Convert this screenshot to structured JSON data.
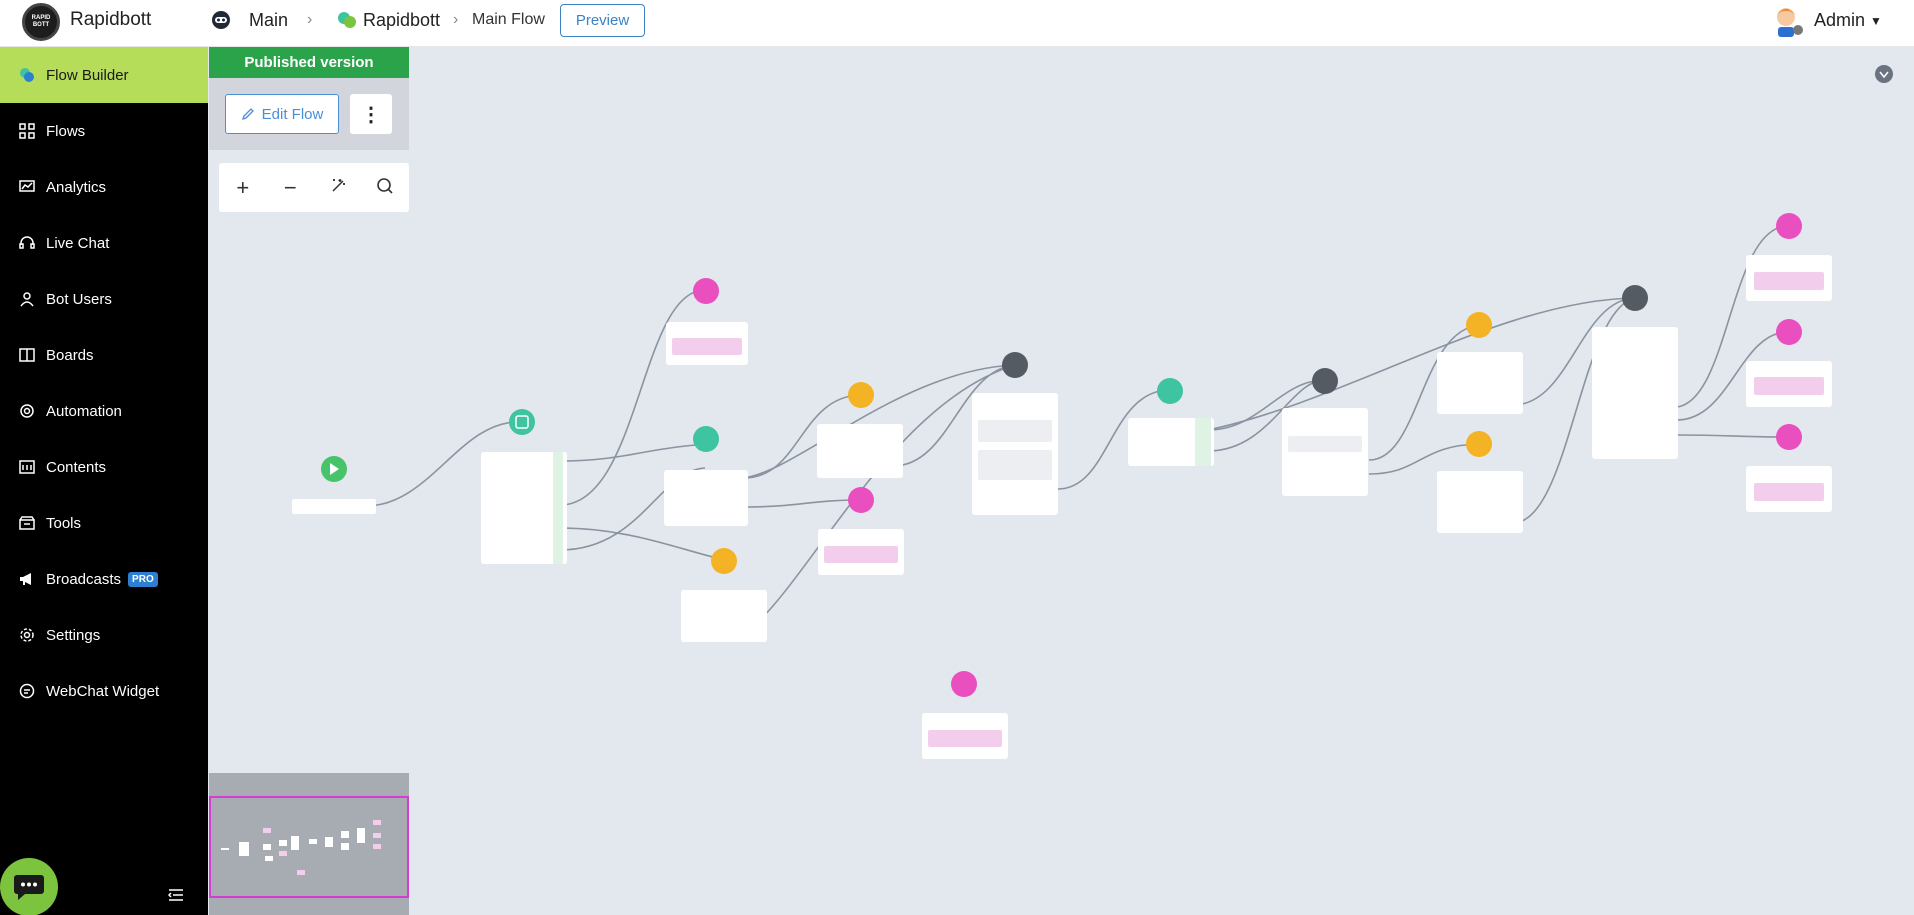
{
  "app": {
    "name": "Rapidbott",
    "logo_text": "RAPID BOTT"
  },
  "breadcrumb": {
    "root": "Main",
    "bot": "Rapidbott",
    "flow": "Main Flow"
  },
  "header": {
    "preview_label": "Preview",
    "user_name": "Admin"
  },
  "sidebar": {
    "items": [
      {
        "label": "Flow Builder",
        "icon": "flow-builder-icon"
      },
      {
        "label": "Flows",
        "icon": "grid-icon"
      },
      {
        "label": "Analytics",
        "icon": "chart-icon"
      },
      {
        "label": "Live Chat",
        "icon": "headset-icon"
      },
      {
        "label": "Bot Users",
        "icon": "user-icon"
      },
      {
        "label": "Boards",
        "icon": "board-icon"
      },
      {
        "label": "Automation",
        "icon": "automation-icon"
      },
      {
        "label": "Contents",
        "icon": "contents-icon"
      },
      {
        "label": "Tools",
        "icon": "tools-icon"
      },
      {
        "label": "Broadcasts",
        "icon": "megaphone-icon",
        "badge": "PRO"
      },
      {
        "label": "Settings",
        "icon": "gear-icon"
      },
      {
        "label": "WebChat Widget",
        "icon": "chat-icon"
      }
    ]
  },
  "panel": {
    "published_label": "Published version",
    "edit_label": "Edit Flow",
    "more_label": "⋮"
  },
  "colors": {
    "accent": "#b6dd5a",
    "published": "#2aa34a",
    "goto": "#e94fbf",
    "action": "#f4b324",
    "condition": "#3ec4a0",
    "message": "#555b63",
    "start": "#47c36a"
  }
}
